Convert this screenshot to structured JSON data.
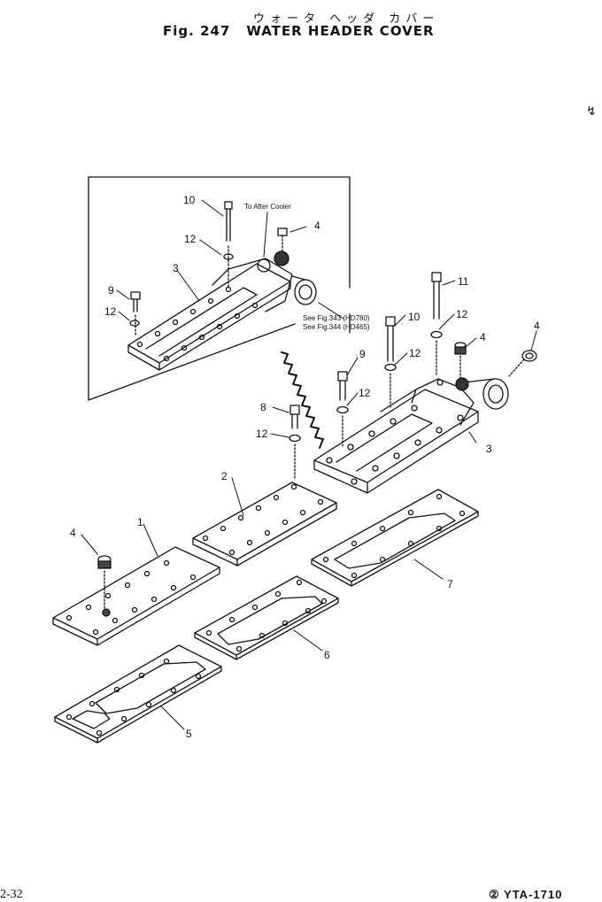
{
  "header": {
    "japanese": "ウォータ ヘッダ カバー",
    "fig": "Fig. 247",
    "title": "WATER HEADER COVER"
  },
  "notes": {
    "after_cooler": "To After Cooler",
    "see1": "See Fig.343 (HD780)",
    "see2": "See Fig.344 (HD465)"
  },
  "callouts": {
    "inset_10": "10",
    "inset_4": "4",
    "inset_12a": "12",
    "inset_3": "3",
    "inset_9": "9",
    "inset_12b": "12",
    "c11": "11",
    "c12a": "12",
    "c10": "10",
    "c12b": "12",
    "c4a": "4",
    "c4b": "4",
    "c9": "9",
    "c12c": "12",
    "c8": "8",
    "c12d": "12",
    "c3": "3",
    "c2": "2",
    "c1": "1",
    "c4c": "4",
    "c7": "7",
    "c6": "6",
    "c5": "5"
  },
  "footer": {
    "page": "2-32",
    "code": "② YTA-1710"
  },
  "mark": "↯"
}
